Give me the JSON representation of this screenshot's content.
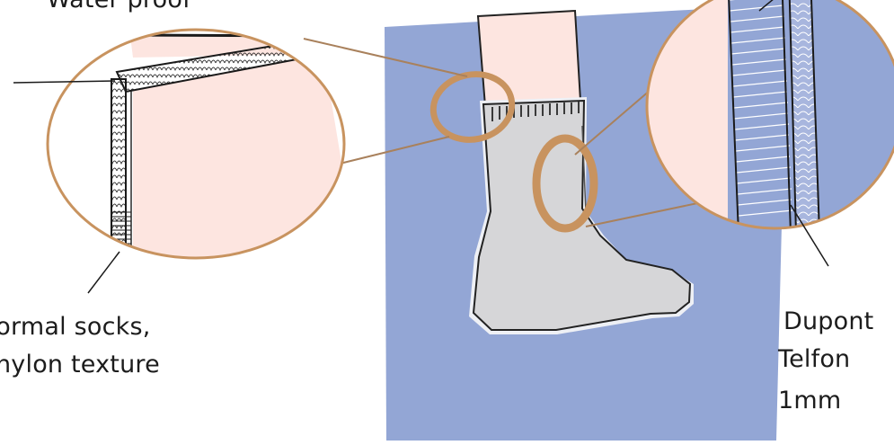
{
  "labels": {
    "top_fragment": "Water proof",
    "socks_line1": "normal socks,",
    "socks_line2": "nylon texture",
    "dupont": "Dupont",
    "telfon": "Telfon",
    "thickness": "1mm"
  },
  "colors": {
    "background_panel": "#93a6d5",
    "skin": "#fde5e0",
    "sock": "#d6d6d8",
    "ring": "#c8935f",
    "ink": "#1c1c1c"
  }
}
